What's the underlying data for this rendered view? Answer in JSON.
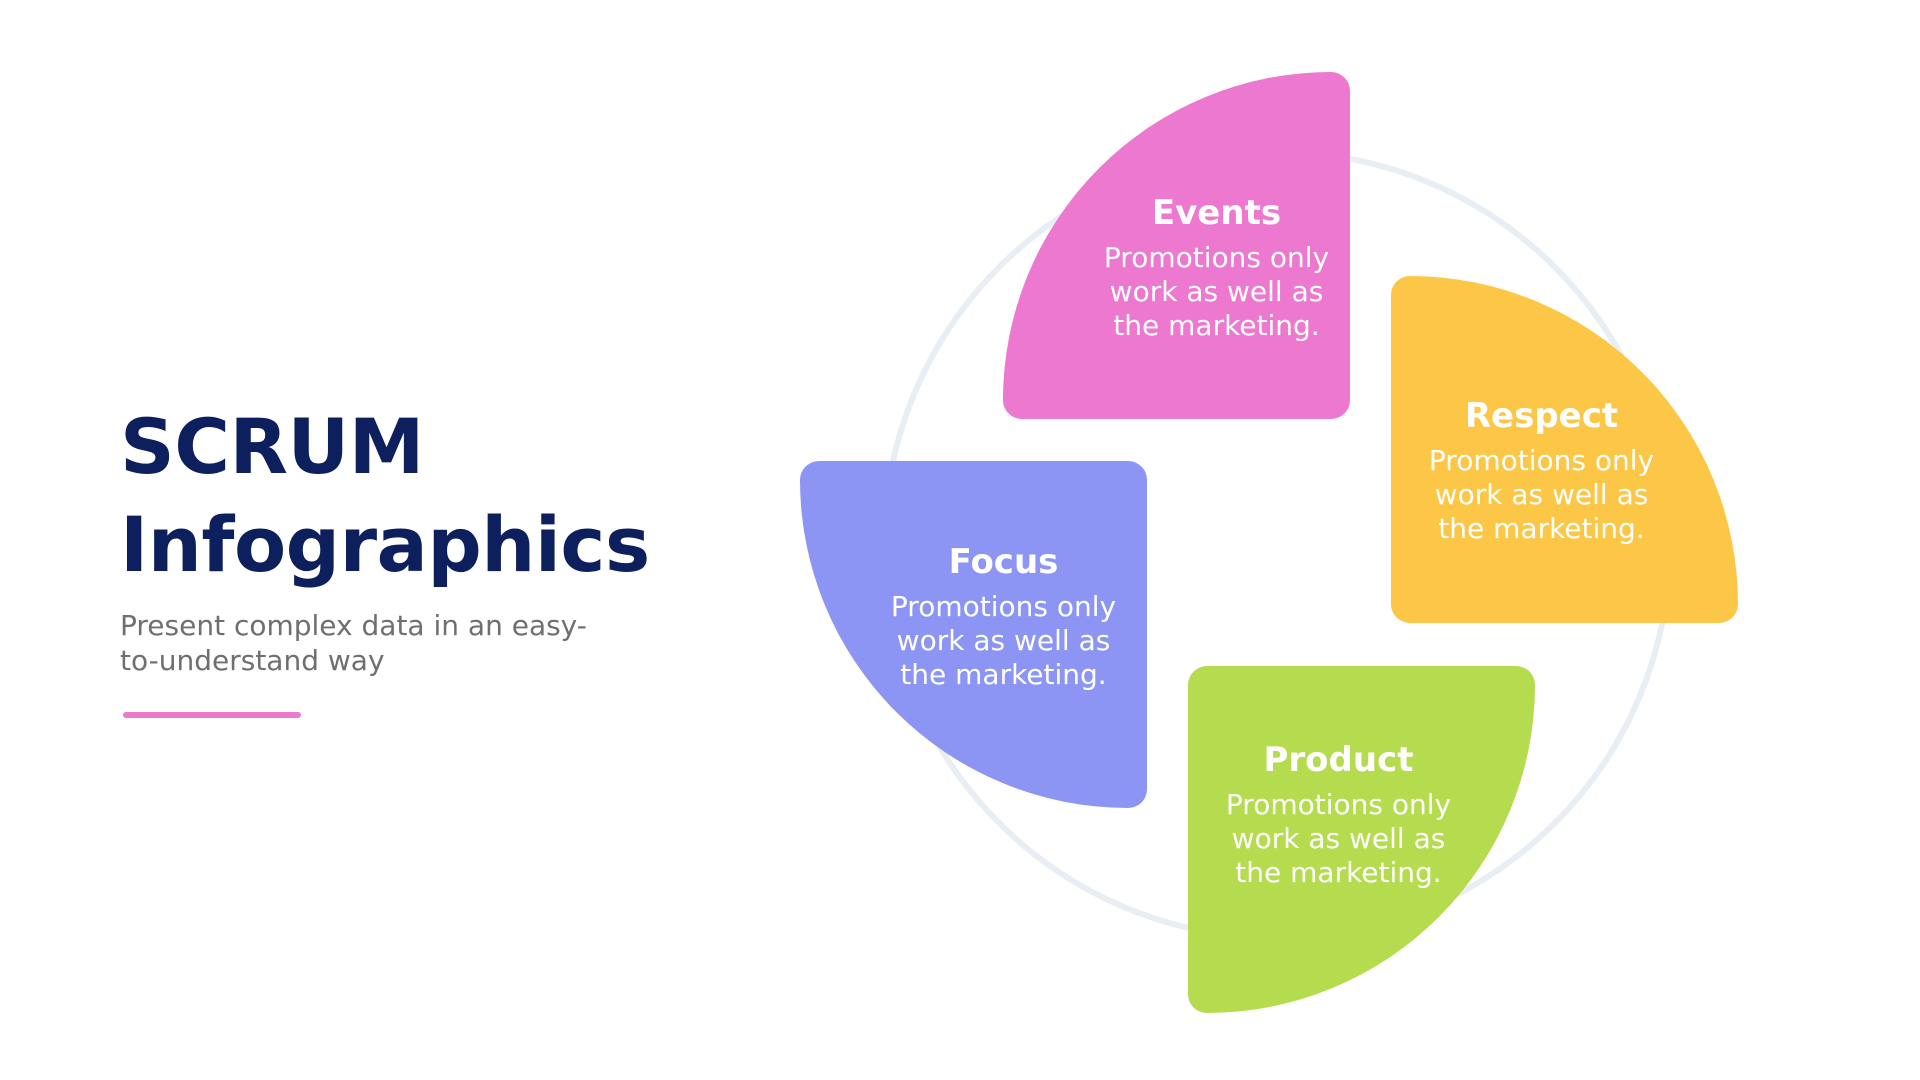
{
  "header": {
    "title_line1": "SCRUM",
    "title_line2": "Infographics",
    "subtitle": "Present complex data in an easy-to-understand way"
  },
  "colors": {
    "title": "#0d1f5c",
    "accent_line": "#ec79cf",
    "ring": "#e9eef5",
    "events": "#ec79cf",
    "respect": "#fcc746",
    "focus": "#8c94f4",
    "product": "#b5db4e"
  },
  "cards": [
    {
      "key": "events",
      "title": "Events",
      "text": "Promotions only work as well as the marketing."
    },
    {
      "key": "respect",
      "title": "Respect",
      "text": "Promotions only work as well as the marketing."
    },
    {
      "key": "focus",
      "title": "Focus",
      "text": "Promotions only work as well as the marketing."
    },
    {
      "key": "product",
      "title": "Product",
      "text": "Promotions only work as well as the marketing."
    }
  ]
}
